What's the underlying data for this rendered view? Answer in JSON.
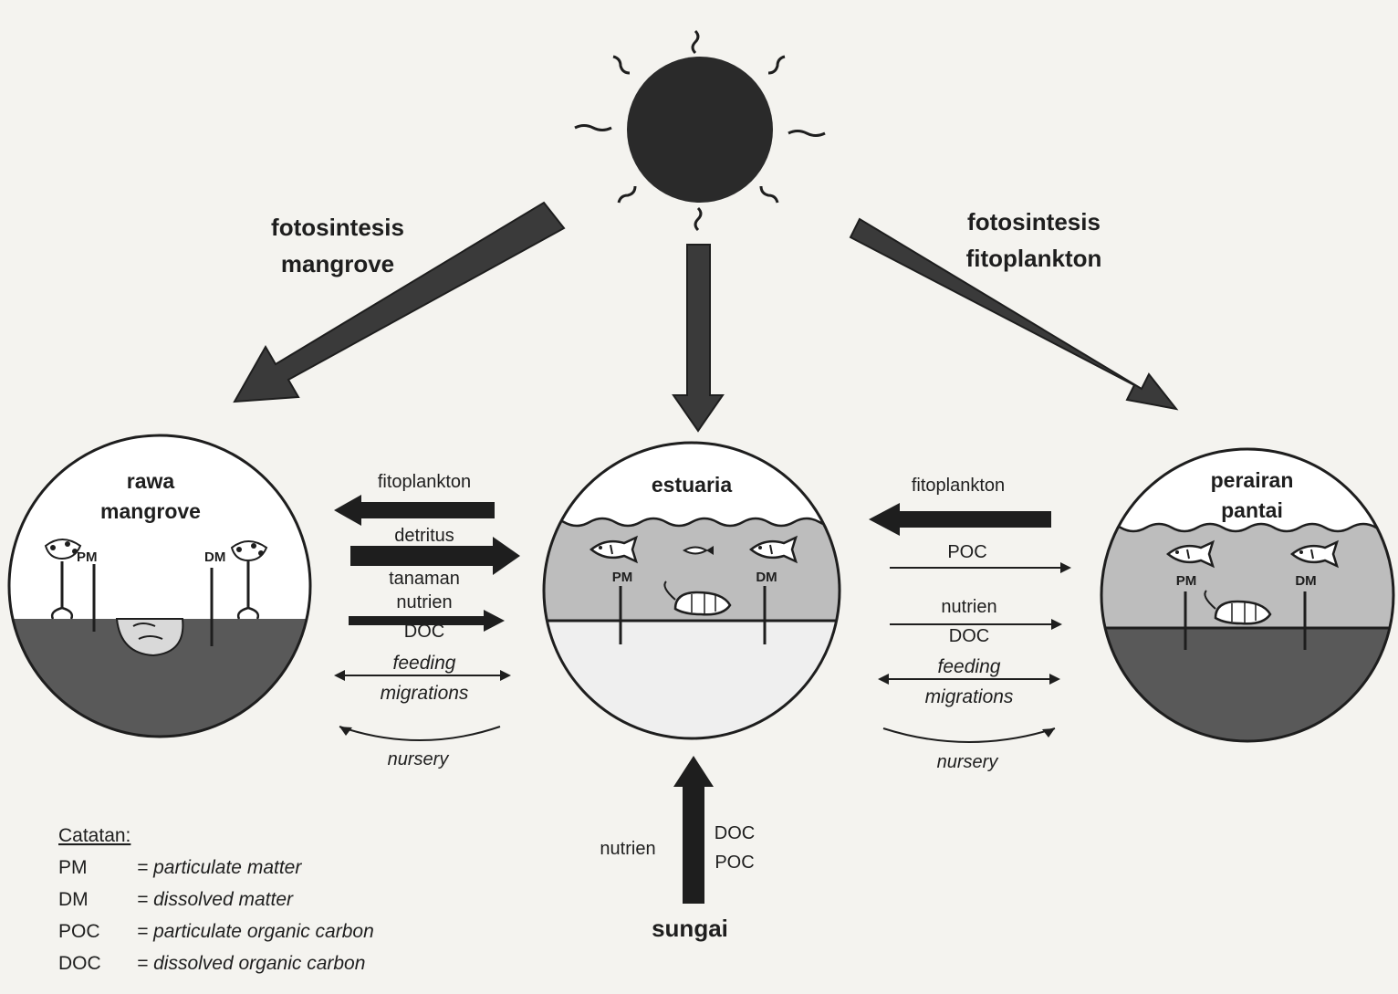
{
  "sources": {
    "mangrove_photosynthesis": [
      "fotosintesis",
      "mangrove"
    ],
    "phytoplankton_photosynthesis": [
      "fotosintesis",
      "fitoplankton"
    ],
    "river": "sungai"
  },
  "compartments": {
    "mangrove": {
      "title": [
        "rawa",
        "mangrove"
      ],
      "pm": "PM",
      "dm": "DM"
    },
    "estuary": {
      "title": "estuaria",
      "pm": "PM",
      "dm": "DM"
    },
    "coastal": {
      "title": [
        "perairan",
        "pantai"
      ],
      "pm": "PM",
      "dm": "DM"
    }
  },
  "left_flows": {
    "fitoplankton": "fitoplankton",
    "detritus": "detritus",
    "tanaman": "tanaman",
    "nutrien": "nutrien",
    "doc": "DOC",
    "feeding": "feeding",
    "migrations": "migrations",
    "nursery": "nursery"
  },
  "right_flows": {
    "fitoplankton": "fitoplankton",
    "poc": "POC",
    "nutrien": "nutrien",
    "doc": "DOC",
    "feeding": "feeding",
    "migrations": "migrations",
    "nursery": "nursery"
  },
  "river_inputs": {
    "left": "nutrien",
    "right": [
      "DOC",
      "POC"
    ]
  },
  "legend": {
    "heading": "Catatan:",
    "items": [
      {
        "abbr": "PM",
        "def": "= particulate matter"
      },
      {
        "abbr": "DM",
        "def": "= dissolved matter"
      },
      {
        "abbr": "POC",
        "def": "= particulate organic carbon"
      },
      {
        "abbr": "DOC",
        "def": "= dissolved organic carbon"
      }
    ]
  },
  "colors": {
    "ink": "#1e1e1e",
    "water": "#bdbdbd",
    "sediment": "#595959",
    "paper": "#f4f3ef",
    "circle_fill": "#ffffff"
  }
}
